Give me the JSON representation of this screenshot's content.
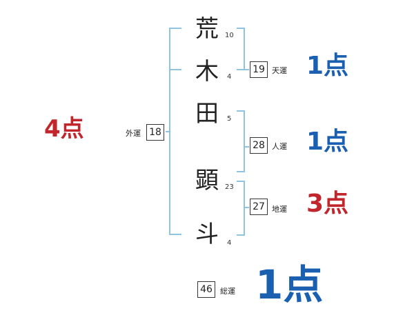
{
  "name_chars": [
    {
      "char": "荒",
      "strokes": "10"
    },
    {
      "char": "木",
      "strokes": "4"
    },
    {
      "char": "田",
      "strokes": "5"
    },
    {
      "char": "顕",
      "strokes": "23"
    },
    {
      "char": "斗",
      "strokes": "4"
    }
  ],
  "gaikaku": {
    "label": "外運",
    "value": "18",
    "score": "4点",
    "score_color": "#c0262c"
  },
  "tenkaku": {
    "label": "天運",
    "value": "19",
    "score": "1点",
    "score_color": "#1a5fb0"
  },
  "jinkaku": {
    "label": "人運",
    "value": "28",
    "score": "1点",
    "score_color": "#1a5fb0"
  },
  "chikaku": {
    "label": "地運",
    "value": "27",
    "score": "3点",
    "score_color": "#c0262c"
  },
  "soukaku": {
    "label": "総運",
    "value": "46",
    "score": "1点",
    "score_color": "#1a5fb0"
  },
  "colors": {
    "bracket": "#8ec4e2"
  }
}
